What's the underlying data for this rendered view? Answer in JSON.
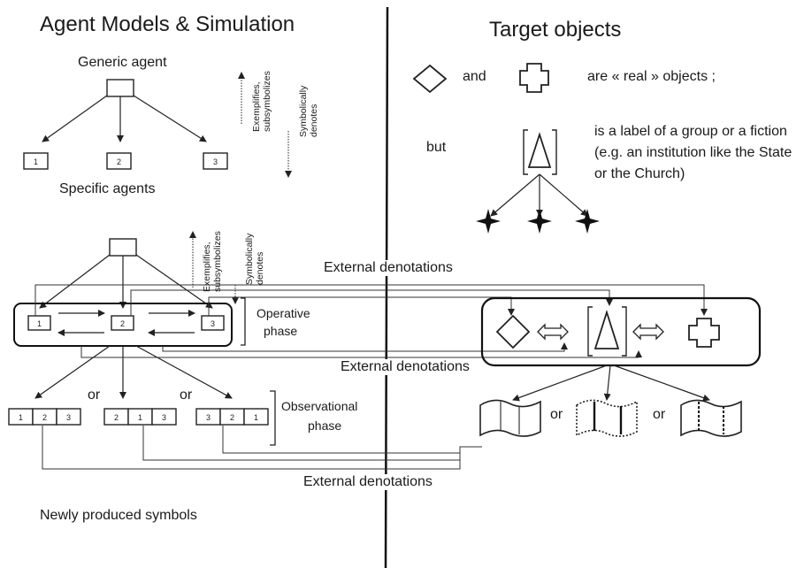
{
  "left": {
    "title": "Agent Models & Simulation",
    "generic_agent": "Generic agent",
    "specific_agents": "Specific agents",
    "newly_produced": "Newly produced symbols",
    "agent_labels": [
      "1",
      "2",
      "3"
    ],
    "exemplifies": "Exemplifies,",
    "subsymbolizes": "subsymbolizes",
    "symbolically": "Symbolically",
    "denotes": "denotes",
    "operative_line1": "Operative",
    "operative_line2": "phase",
    "observational_line1": "Observational",
    "observational_line2": "phase",
    "or": "or",
    "sequences": [
      [
        "1",
        "2",
        "3"
      ],
      [
        "2",
        "1",
        "3"
      ],
      [
        "3",
        "2",
        "1"
      ]
    ]
  },
  "right": {
    "title": "Target objects",
    "and": "and",
    "real_objects": "are « real » objects ;",
    "but": "but",
    "label_text": "is a label of a group or a fiction (e.g. an institution like the State or the Church)",
    "or": "or"
  },
  "external_denotations": "External denotations"
}
